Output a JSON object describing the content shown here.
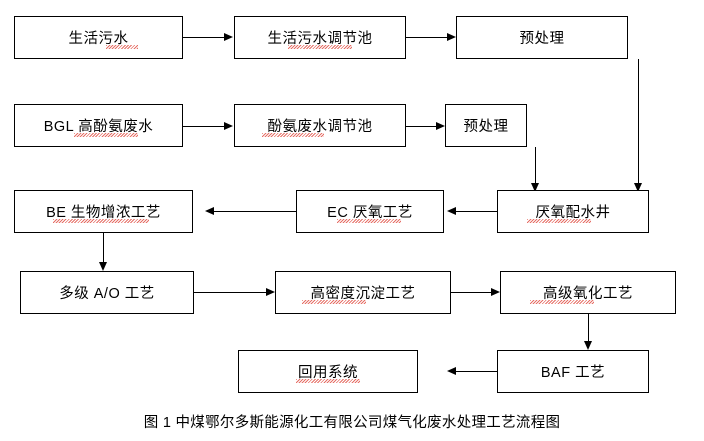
{
  "diagram": {
    "title": "煤气化废水处理工艺流程图",
    "caption": "图 1  中煤鄂尔多斯能源化工有限公司煤气化废水处理工艺流程图",
    "nodes": [
      {
        "id": "domestic-sewage",
        "label": "生活污水"
      },
      {
        "id": "domestic-regulating",
        "label": "生活污水调节池"
      },
      {
        "id": "pretreatment-1",
        "label": "预处理"
      },
      {
        "id": "bgl-phenol-ammonia",
        "label": "BGL 高酚氨废水"
      },
      {
        "id": "phenol-regulating",
        "label": "酚氨废水调节池"
      },
      {
        "id": "pretreatment-2",
        "label": "预处理"
      },
      {
        "id": "anaerobic-well",
        "label": "厌氧配水井"
      },
      {
        "id": "ec-anaerobic",
        "label": "EC 厌氧工艺"
      },
      {
        "id": "be-bio-enrichment",
        "label": "BE 生物增浓工艺"
      },
      {
        "id": "multistage-ao",
        "label": "多级 A/O 工艺"
      },
      {
        "id": "high-density-settling",
        "label": "高密度沉淀工艺"
      },
      {
        "id": "advanced-oxidation",
        "label": "高级氧化工艺"
      },
      {
        "id": "baf",
        "label": "BAF 工艺"
      },
      {
        "id": "reuse-system",
        "label": "回用系统"
      }
    ],
    "colors": {
      "line": "#000000",
      "box_border": "#000000",
      "background": "#ffffff",
      "spellcheck_underline": "#e2574c"
    }
  }
}
